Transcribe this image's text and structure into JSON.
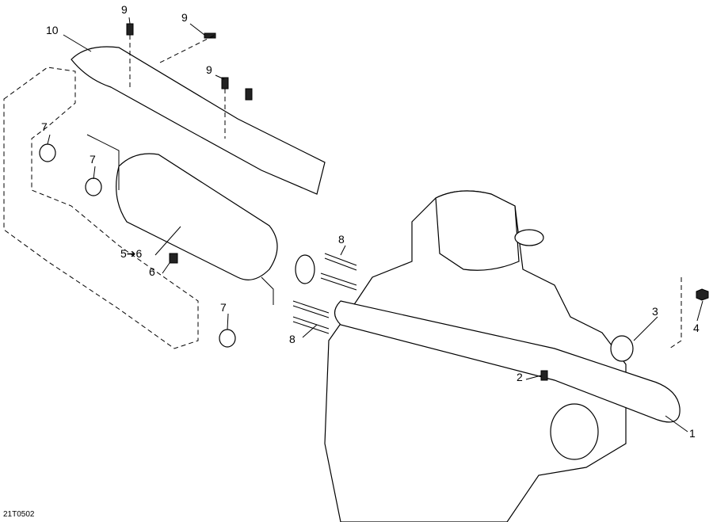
{
  "diagram_code": "21T0502",
  "callouts": [
    {
      "id": "c9a",
      "text": "9"
    },
    {
      "id": "c9b",
      "text": "9"
    },
    {
      "id": "c10",
      "text": "10"
    },
    {
      "id": "c9c",
      "text": "9"
    },
    {
      "id": "c7a",
      "text": "7"
    },
    {
      "id": "c7b",
      "text": "7"
    },
    {
      "id": "c8a",
      "text": "8"
    },
    {
      "id": "c56",
      "text": "5➔6"
    },
    {
      "id": "c6",
      "text": "6"
    },
    {
      "id": "c3",
      "text": "3"
    },
    {
      "id": "c4",
      "text": "4"
    },
    {
      "id": "c7c",
      "text": "7"
    },
    {
      "id": "c8b",
      "text": "8"
    },
    {
      "id": "c2",
      "text": "2"
    },
    {
      "id": "c1",
      "text": "1"
    }
  ]
}
